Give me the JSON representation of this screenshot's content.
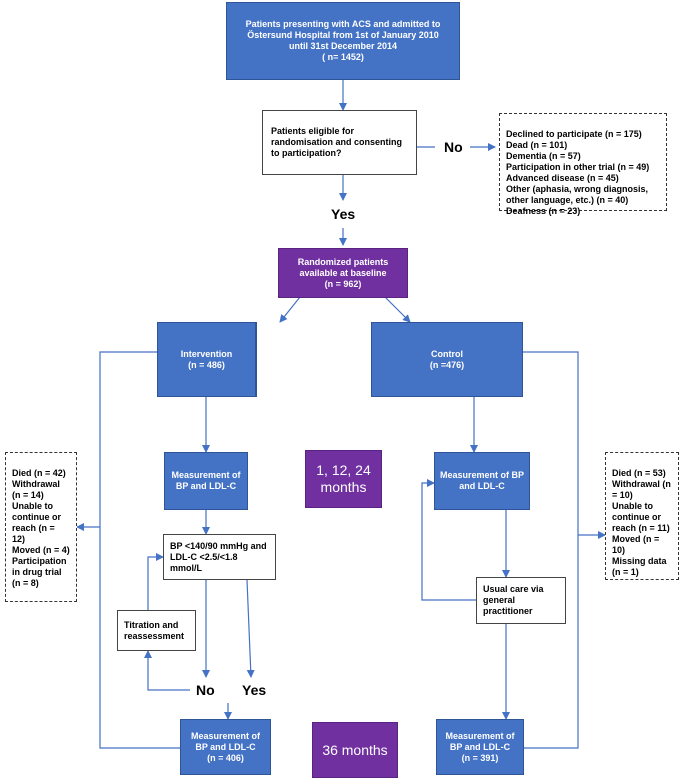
{
  "boxes": {
    "presenting": "Patients presenting with ACS and admitted to Östersund Hospital from 1st of January 2010 until 31st December 2014\n( n= 1452)",
    "eligible": "Patients eligible for randomisation and consenting to participation?",
    "excluded": "Declined to participate (n = 175)\nDead (n = 101)\nDementia (n = 57)\nParticipation in other trial (n = 49)\nAdvanced disease (n = 45)\nOther (aphasia, wrong diagnosis, other language, etc.) (n = 40)\nDeafness (n = 23)",
    "randomized": "Randomized patients available at baseline\n(n = 962)",
    "intervention": "Intervention\n(n = 486)",
    "control": "Control\n(n =476)",
    "int_measure": "Measurement of BP and LDL-C",
    "ctrl_measure": "Measurement of BP and LDL-C",
    "months_1": "1, 12, 24 months",
    "months_36": "36 months",
    "target": "BP <140/90 mmHg and LDL-C <2.5/<1.8 mmol/L",
    "titration": "Titration and reassessment",
    "usual_care": "Usual care via general practitioner",
    "int_final": "Measurement of BP and LDL-C\n(n = 406)",
    "ctrl_final": "Measurement of BP and LDL-C\n(n = 391)",
    "int_losses": "Died (n = 42)\nWithdrawal (n = 14)\nUnable to continue or reach (n = 12)\nMoved (n = 4)\nParticipation in drug trial (n = 8)",
    "ctrl_losses": "Died (n = 53)\nWithdrawal (n = 10)\nUnable to continue or reach (n = 11)\nMoved (n = 10)\nMissing data (n = 1)"
  },
  "labels": {
    "no_top": "No",
    "yes_top": "Yes",
    "no_bottom": "No",
    "yes_bottom": "Yes"
  },
  "colors": {
    "blue": "#4472c4",
    "purple": "#7030a0",
    "line": "#4472c4"
  }
}
